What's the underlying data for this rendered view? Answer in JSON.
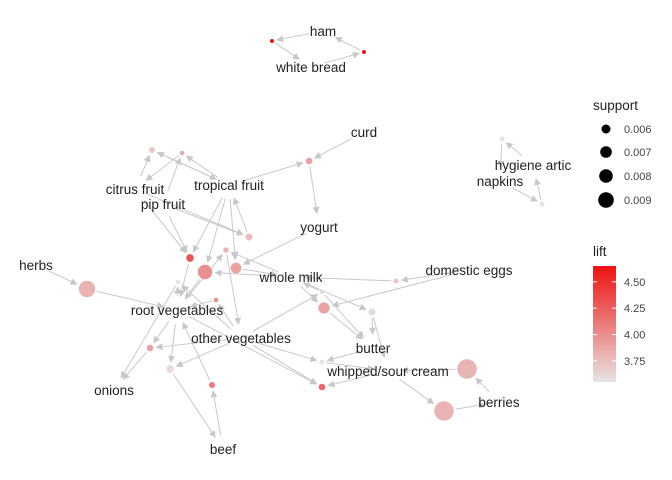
{
  "graph": {
    "item_labels": {
      "ham": "ham",
      "white_bread": "white bread",
      "curd": "curd",
      "hygiene": "hygiene artic",
      "napkins": "napkins",
      "citrus": "citrus fruit",
      "tropical": "tropical fruit",
      "pip": "pip fruit",
      "yogurt": "yogurt",
      "herbs": "herbs",
      "whole_milk": "whole milk",
      "domestic_eggs": "domestic eggs",
      "root_veg": "root vegetables",
      "other_veg": "other vegetables",
      "butter": "butter",
      "whipped": "whipped/sour cream",
      "onions": "onions",
      "berries": "berries",
      "beef": "beef"
    },
    "rules": [
      {
        "id": "r1",
        "support": 0.006,
        "lift": 4.64
      },
      {
        "id": "r2",
        "support": 0.006,
        "lift": 4.64
      },
      {
        "id": "r3",
        "support": 0.0062,
        "lift": 3.56
      },
      {
        "id": "r4",
        "support": 0.0062,
        "lift": 3.56
      },
      {
        "id": "r5",
        "support": 0.0065,
        "lift": 3.9
      },
      {
        "id": "r6",
        "support": 0.0064,
        "lift": 3.7
      },
      {
        "id": "r7",
        "support": 0.0061,
        "lift": 3.85
      },
      {
        "id": "r8",
        "support": 0.0066,
        "lift": 3.75
      },
      {
        "id": "r9",
        "support": 0.0073,
        "lift": 3.9
      },
      {
        "id": "r10",
        "support": 0.0067,
        "lift": 4.3
      },
      {
        "id": "r11",
        "support": 0.008,
        "lift": 4.0
      },
      {
        "id": "r12",
        "support": 0.006,
        "lift": 3.6
      },
      {
        "id": "r13",
        "support": 0.0062,
        "lift": 3.7
      },
      {
        "id": "r14",
        "support": 0.0066,
        "lift": 3.6
      },
      {
        "id": "r15",
        "support": 0.0074,
        "lift": 3.9
      },
      {
        "id": "r16",
        "support": 0.0065,
        "lift": 3.9
      },
      {
        "id": "r17",
        "support": 0.0084,
        "lift": 3.8
      },
      {
        "id": "r18",
        "support": 0.0064,
        "lift": 4.1
      },
      {
        "id": "r19",
        "support": 0.009,
        "lift": 3.8
      },
      {
        "id": "r20",
        "support": 0.009,
        "lift": 3.8
      },
      {
        "id": "r21",
        "support": 0.0067,
        "lift": 3.6
      },
      {
        "id": "r22",
        "support": 0.0062,
        "lift": 3.55
      },
      {
        "id": "r23",
        "support": 0.0061,
        "lift": 3.55
      },
      {
        "id": "r24",
        "support": 0.0065,
        "lift": 4.2
      },
      {
        "id": "r25",
        "support": 0.0061,
        "lift": 4.0
      },
      {
        "id": "r26",
        "support": 0.0063,
        "lift": 3.8
      }
    ],
    "edges": [
      [
        "ham",
        "r1"
      ],
      [
        "r1",
        "white_bread"
      ],
      [
        "white_bread",
        "r2"
      ],
      [
        "r2",
        "ham"
      ],
      [
        "hygiene",
        "r3"
      ],
      [
        "r3",
        "napkins"
      ],
      [
        "napkins",
        "r4"
      ],
      [
        "r4",
        "hygiene"
      ],
      [
        "curd",
        "r5"
      ],
      [
        "tropical",
        "r5"
      ],
      [
        "r5",
        "yogurt"
      ],
      [
        "citrus",
        "r6"
      ],
      [
        "r6",
        "tropical"
      ],
      [
        "tropical",
        "r6"
      ],
      [
        "pip",
        "r7"
      ],
      [
        "r7",
        "citrus"
      ],
      [
        "tropical",
        "r7"
      ],
      [
        "pip",
        "r8"
      ],
      [
        "r8",
        "tropical"
      ],
      [
        "citrus",
        "r8"
      ],
      [
        "yogurt",
        "r9"
      ],
      [
        "r9",
        "whole_milk"
      ],
      [
        "tropical",
        "r9"
      ],
      [
        "pip",
        "r10"
      ],
      [
        "citrus",
        "r10"
      ],
      [
        "r10",
        "root_veg"
      ],
      [
        "tropical",
        "r10"
      ],
      [
        "whole_milk",
        "r11"
      ],
      [
        "r11",
        "root_veg"
      ],
      [
        "tropical",
        "r11"
      ],
      [
        "domestic_eggs",
        "r13"
      ],
      [
        "r13",
        "whole_milk"
      ],
      [
        "herbs",
        "r17"
      ],
      [
        "r17",
        "root_veg"
      ],
      [
        "whole_milk",
        "r15"
      ],
      [
        "r15",
        "butter"
      ],
      [
        "domestic_eggs",
        "r15"
      ],
      [
        "whole_milk",
        "r14"
      ],
      [
        "r14",
        "butter"
      ],
      [
        "r14",
        "whipped"
      ],
      [
        "root_veg",
        "r16"
      ],
      [
        "r16",
        "onions"
      ],
      [
        "other_veg",
        "r16"
      ],
      [
        "root_veg",
        "r23"
      ],
      [
        "r23",
        "onions"
      ],
      [
        "other_veg",
        "r23"
      ],
      [
        "beef",
        "r18"
      ],
      [
        "r18",
        "root_veg"
      ],
      [
        "root_veg",
        "r21"
      ],
      [
        "r21",
        "beef"
      ],
      [
        "other_veg",
        "r21"
      ],
      [
        "butter",
        "r22"
      ],
      [
        "r22",
        "whipped"
      ],
      [
        "other_veg",
        "r22"
      ],
      [
        "whipped",
        "r24"
      ],
      [
        "other_veg",
        "r24"
      ],
      [
        "root_veg",
        "r24"
      ],
      [
        "berries",
        "r19"
      ],
      [
        "r19",
        "whipped"
      ],
      [
        "whipped",
        "r20"
      ],
      [
        "r20",
        "berries"
      ],
      [
        "other_veg",
        "r25"
      ],
      [
        "r25",
        "root_veg"
      ],
      [
        "root_veg",
        "r26"
      ],
      [
        "whole_milk",
        "r26"
      ],
      [
        "r26",
        "other_veg"
      ],
      [
        "other_veg",
        "r12"
      ],
      [
        "r12",
        "whole_milk"
      ],
      [
        "r12",
        "butter"
      ]
    ]
  },
  "legend": {
    "support": {
      "title": "support",
      "entries": [
        {
          "value": 0.006,
          "label": "0.006"
        },
        {
          "value": 0.007,
          "label": "0.007"
        },
        {
          "value": 0.008,
          "label": "0.008"
        },
        {
          "value": 0.009,
          "label": "0.009"
        }
      ]
    },
    "lift": {
      "title": "lift",
      "range": [
        3.55,
        4.65
      ],
      "ticks": [
        {
          "value": 4.5,
          "label": "4.50"
        },
        {
          "value": 4.25,
          "label": "4.25"
        },
        {
          "value": 4.0,
          "label": "4.00"
        },
        {
          "value": 3.75,
          "label": "3.75"
        }
      ],
      "color_low": "#e8e4e4",
      "color_high": "#ee1111"
    }
  },
  "colors": {
    "edge": "#c8c8c8",
    "text": "#222222"
  }
}
